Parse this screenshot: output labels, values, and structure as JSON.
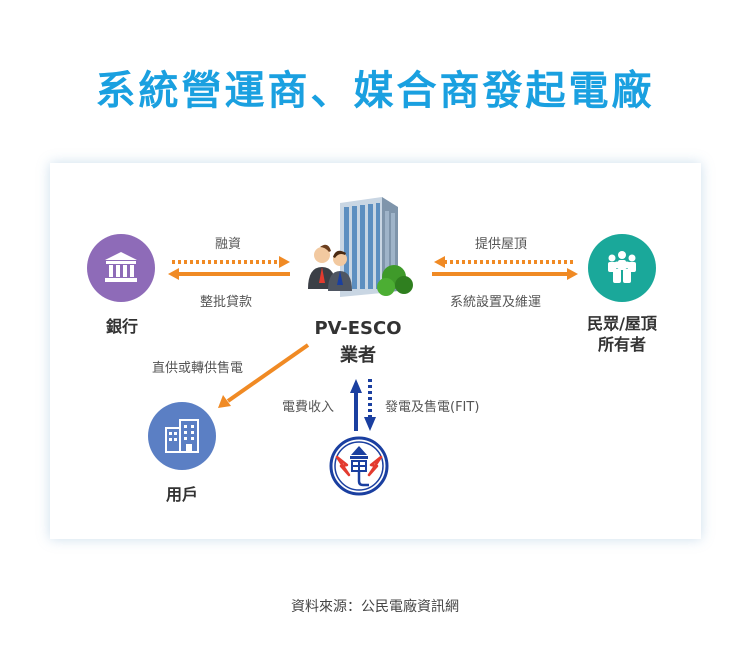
{
  "title": "系統營運商、媒合商發起電廠",
  "colors": {
    "title": "#1aa0e0",
    "bank": "#8e6bb8",
    "public": "#1aa89a",
    "user": "#5b7fc4",
    "arrow_orange": "#f08a24",
    "arrow_blue": "#1a3fa0",
    "taipower_red": "#e33b2f"
  },
  "nodes": {
    "center_line1": "PV-ESCO",
    "center_line2": "業者",
    "bank": "銀行",
    "public": "民眾/屋頂\n所有者",
    "user": "用戶",
    "taipower_icon": "taipower-logo"
  },
  "flows": {
    "bank_top": "融資",
    "bank_bottom": "整批貸款",
    "public_top": "提供屋頂",
    "public_bottom": "系統設置及維運",
    "direct_supply": "直供或轉供售電",
    "fee_income": "電費收入",
    "generation_sale": "發電及售電(FIT)"
  },
  "source": "資料來源：公民電廠資訊網"
}
